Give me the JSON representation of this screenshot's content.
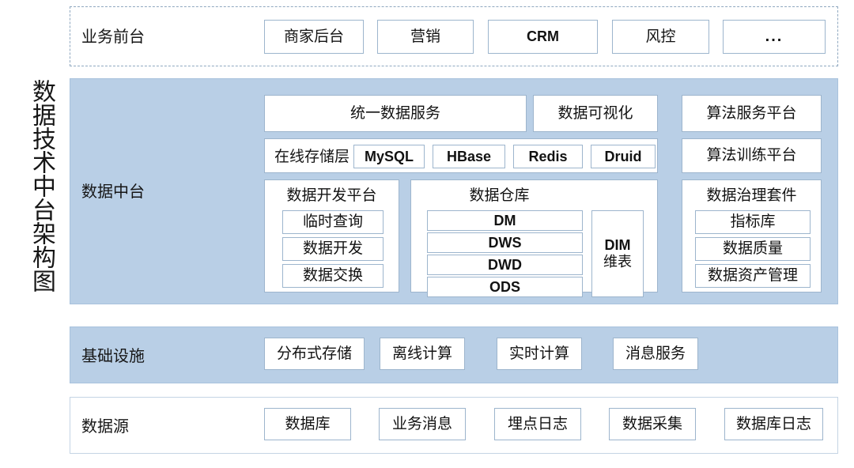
{
  "diagram": {
    "vertical_title": "数据技术中台架构图",
    "colors": {
      "panel_blue": "#b9cfe6",
      "box_border": "#9db5cd",
      "band_border": "#c4d4e4",
      "dashed_border": "#8fa8c0",
      "text": "#121212"
    }
  },
  "rows": {
    "business_front": {
      "label": "业务前台",
      "items": [
        {
          "label": "商家后台"
        },
        {
          "label": "营销"
        },
        {
          "label": "CRM"
        },
        {
          "label": "风控"
        },
        {
          "label": "..."
        }
      ]
    },
    "data_middle_platform": {
      "label": "数据中台",
      "unified_data_service": "统一数据服务",
      "data_visualization": "数据可视化",
      "algorithm_service_platform": "算法服务平台",
      "algorithm_training_platform": "算法训练平台",
      "online_storage": {
        "label": "在线存储层",
        "stores": [
          "MySQL",
          "HBase",
          "Redis",
          "Druid"
        ]
      },
      "data_dev_platform": {
        "title": "数据开发平台",
        "items": [
          "临时查询",
          "数据开发",
          "数据交换"
        ]
      },
      "data_warehouse": {
        "title": "数据仓库",
        "layers": [
          "DM",
          "DWS",
          "DWD",
          "ODS"
        ],
        "dim": {
          "line1": "DIM",
          "line2": "维表"
        }
      },
      "data_governance_suite": {
        "title": "数据治理套件",
        "items": [
          "指标库",
          "数据质量",
          "数据资产管理"
        ]
      }
    },
    "infrastructure": {
      "label": "基础设施",
      "items": [
        {
          "label": "分布式存储"
        },
        {
          "label": "离线计算"
        },
        {
          "label": "实时计算"
        },
        {
          "label": "消息服务"
        }
      ]
    },
    "data_source": {
      "label": "数据源",
      "items": [
        {
          "label": "数据库"
        },
        {
          "label": "业务消息"
        },
        {
          "label": "埋点日志"
        },
        {
          "label": "数据采集"
        },
        {
          "label": "数据库日志"
        }
      ]
    }
  }
}
